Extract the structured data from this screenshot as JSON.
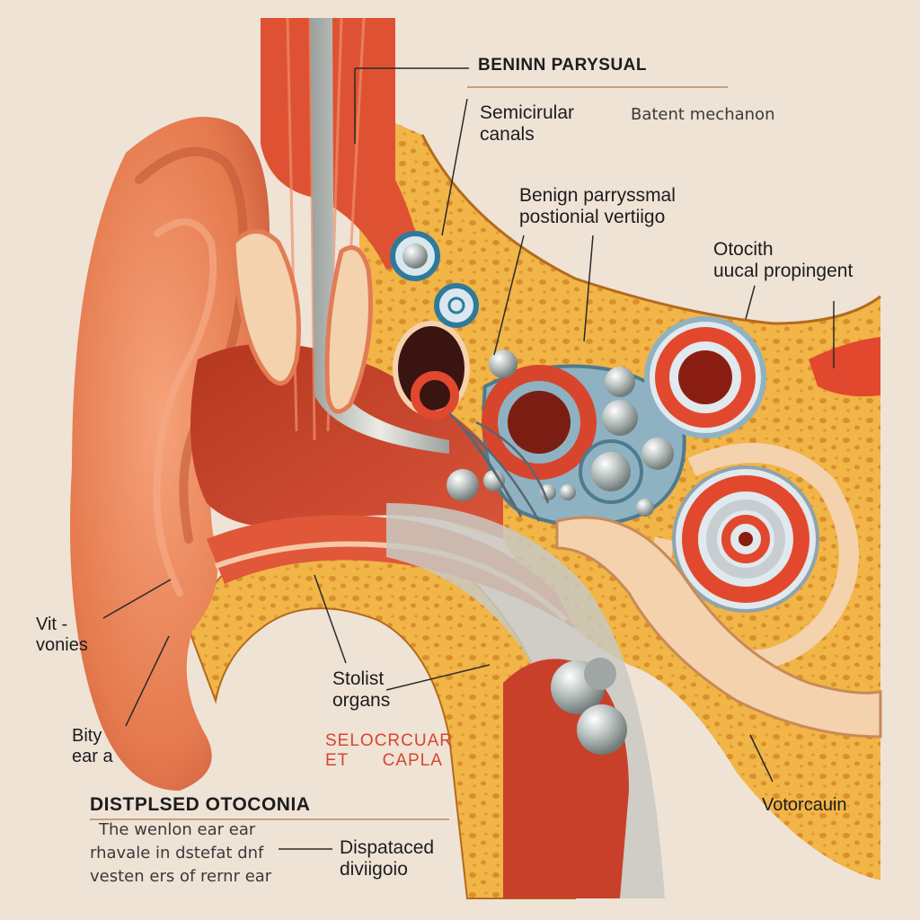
{
  "labels": {
    "title": "BENINN PARYSUAL",
    "semicircular": "Semicirular\ncanals",
    "batent": "Batent mechanon",
    "benign": "Benign parryssmal\npostionial vertiigo",
    "otocith": "Otocith\nuucal propingent",
    "vit": "Vit -\nvonies",
    "bity": "Bity\near a",
    "stolist": "Stolist\norgans",
    "selocrcuar": "SELOCRCUAR\nET      CAPLA",
    "displsed": "DISTPLSED OTOCONIA",
    "wenlon": "The wenlon ear ear",
    "rhavale": "rhavale in dstefat dnf",
    "vesten": "vesten ers of rernr ear",
    "dispataced": "Dispataced\ndiviigoio",
    "votorcauin": "Votorcauin"
  },
  "colors": {
    "background": "#efe3d6",
    "skin": "#e98a5e",
    "muscle": "#d84a2e",
    "bone": "#f2b13e",
    "nerve": "#c9c9c2"
  }
}
